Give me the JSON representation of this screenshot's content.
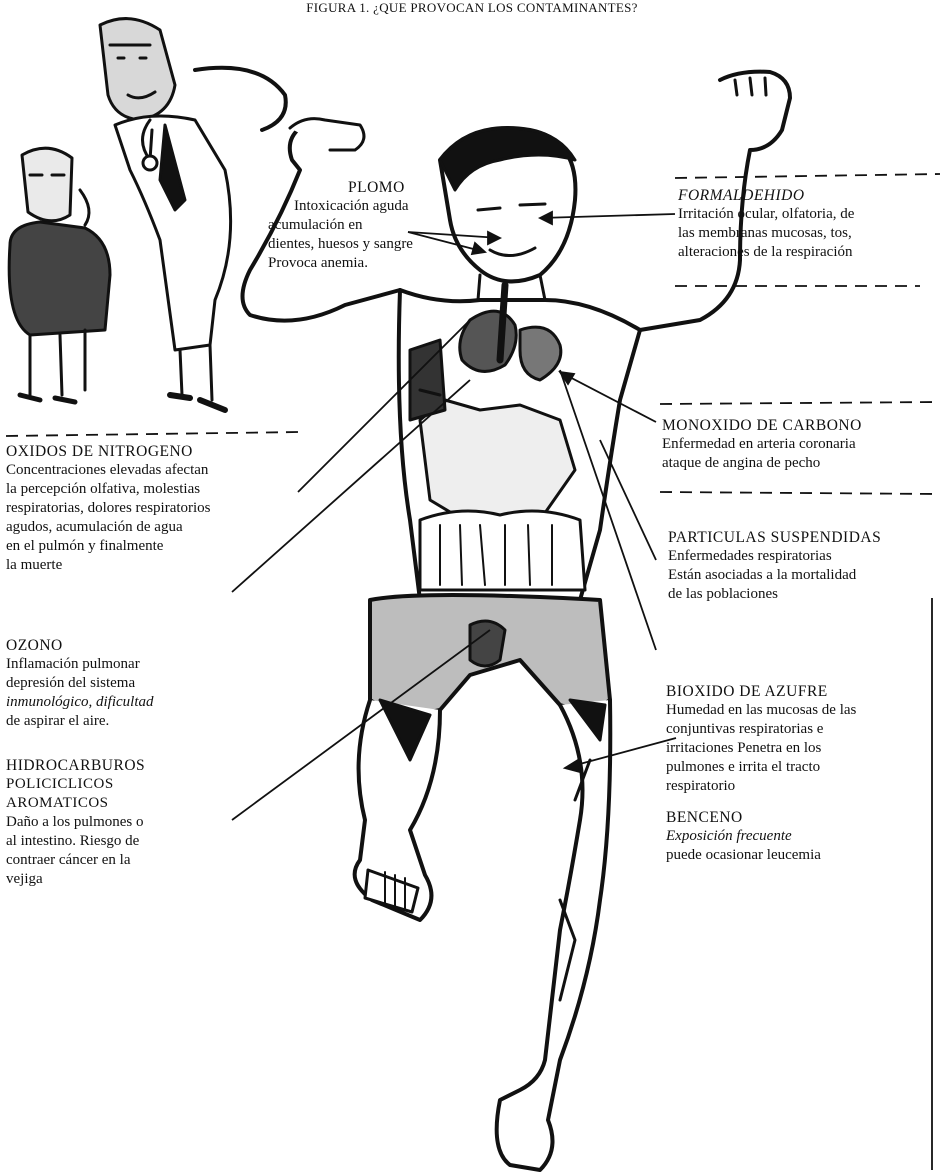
{
  "title": "FIGURA 1. ¿QUE PROVOCAN LOS CONTAMINANTES?",
  "labels": {
    "plomo": {
      "head": "PLOMO",
      "lines": [
        "Intoxicación aguda",
        "acumulación en",
        "dientes, huesos y sangre",
        "Provoca anemia."
      ]
    },
    "formaldehido": {
      "head": "FORMALDEHIDO",
      "lines": [
        "Irritación ocular, olfatoria, de",
        "las membranas mucosas, tos,",
        "alteraciones de la respiración"
      ]
    },
    "monoxido": {
      "head": "MONOXIDO DE CARBONO",
      "lines": [
        "Enfermedad en arteria coronaria",
        "ataque de angina de pecho"
      ]
    },
    "oxidos": {
      "head": "OXIDOS DE NITROGENO",
      "lines": [
        "Concentraciones elevadas afectan",
        "la percepción olfativa, molestias",
        "respiratorias, dolores respiratorios",
        "agudos, acumulación de agua",
        "en el pulmón y finalmente",
        "la muerte"
      ]
    },
    "particulas": {
      "head": "PARTICULAS SUSPENDIDAS",
      "lines": [
        "Enfermedades respiratorias",
        "Están asociadas a la mortalidad",
        "de las poblaciones"
      ]
    },
    "ozono": {
      "head": "OZONO",
      "lines": [
        "Inflamación pulmonar",
        "depresión del sistema",
        "inmunológico, dificultad",
        "de aspirar el aire."
      ]
    },
    "bioxido": {
      "head": "BIOXIDO DE AZUFRE",
      "lines": [
        "Humedad en las mucosas de las",
        "conjuntivas respiratorias e",
        "irritaciones  Penetra en los",
        "pulmones e irrita el tracto",
        "respiratorio"
      ]
    },
    "hidrocarburos": {
      "head": "HIDROCARBUROS",
      "lines": [
        "POLICICLICOS",
        "AROMATICOS",
        "Daño a los pulmones o",
        "al intestino. Riesgo de",
        "contraer cáncer en la",
        "vejiga"
      ]
    },
    "benceno": {
      "head": "BENCENO",
      "lines": [
        "Exposición frecuente",
        "puede ocasionar leucemia"
      ]
    }
  }
}
